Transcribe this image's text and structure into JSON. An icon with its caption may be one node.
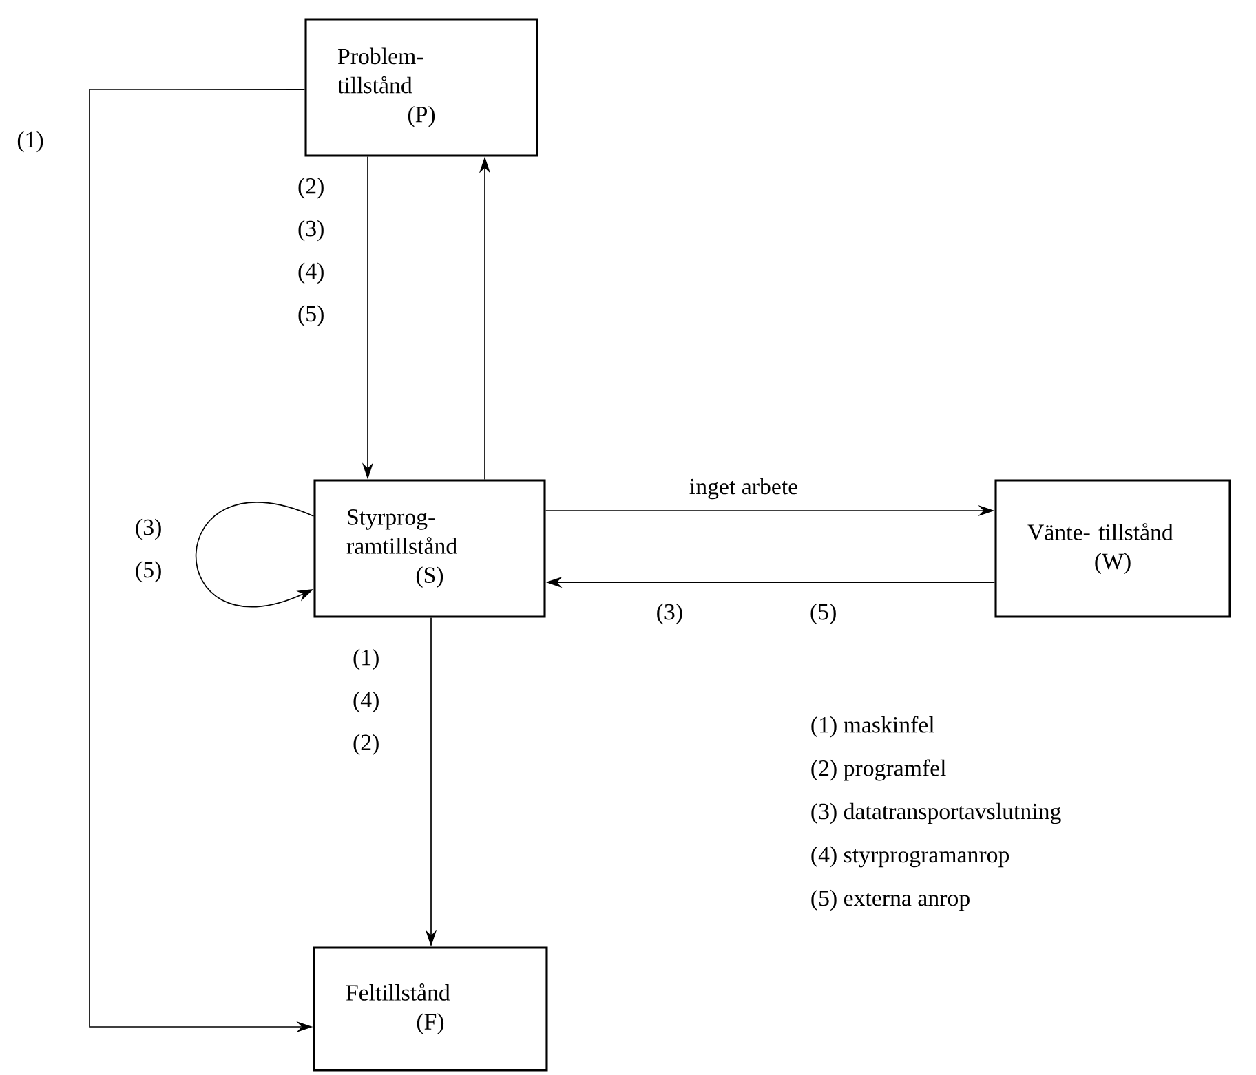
{
  "diagram": {
    "nodes": [
      {
        "text": [
          "Problem- tillstånd",
          "(P)"
        ]
      },
      {
        "text": [
          "Styrprog- ramtillstånd",
          "(S)"
        ]
      },
      {
        "text": [
          "Vänte- tillstånd",
          "(W)"
        ]
      },
      {
        "text": [
          "Feltillstånd",
          "(F)"
        ]
      }
    ],
    "edges": [
      {
        "from": 0,
        "to": 1,
        "arrow": "to",
        "label": "(2) (3) (4) (5)"
      },
      {
        "from": 1,
        "to": 0,
        "arrow": "to"
      },
      {
        "from": 1,
        "to": 2,
        "arrow": "to",
        "label": "inget arbete"
      },
      {
        "from": 2,
        "to": 1,
        "arrow": "to",
        "label": "(3) (5)"
      },
      {
        "from": 1,
        "to": 1,
        "arrow": "to",
        "label": "(3) (5)"
      },
      {
        "from": 1,
        "to": 3,
        "arrow": "to",
        "label": "(1) (4) (2)"
      },
      {
        "from": 0,
        "to": 3,
        "arrow": "to",
        "label": "(1)"
      }
    ],
    "labels": [
      "(1) maskinfel",
      "(2) programfel",
      "(3) datatransportavslutning",
      "(4) styrprogramanrop",
      "(5) externa anrop"
    ]
  }
}
